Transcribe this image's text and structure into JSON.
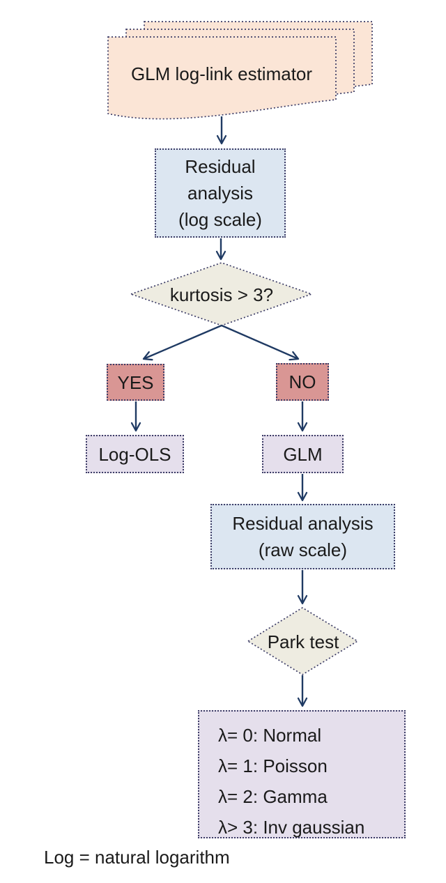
{
  "diagram": {
    "nodes": {
      "estimator": {
        "label": "GLM log-link estimator",
        "shape": "multi-document"
      },
      "residual_log": {
        "label": "Residual\nanalysis\n(log scale)",
        "shape": "process"
      },
      "kurtosis": {
        "label": "kurtosis > 3?",
        "shape": "decision"
      },
      "yes": {
        "label": "YES",
        "shape": "branch"
      },
      "no": {
        "label": "NO",
        "shape": "branch"
      },
      "log_ols": {
        "label": "Log-OLS",
        "shape": "result"
      },
      "glm": {
        "label": "GLM",
        "shape": "result"
      },
      "residual_raw": {
        "label": "Residual analysis\n(raw scale)",
        "shape": "process"
      },
      "park": {
        "label": "Park test",
        "shape": "decision"
      },
      "park_results": {
        "shape": "result",
        "lines": [
          "λ= 0: Normal",
          "λ= 1: Poisson",
          "λ= 2: Gamma",
          "λ> 3: Inv gaussian"
        ]
      }
    },
    "edges": [
      "estimator → residual_log",
      "residual_log → kurtosis",
      "kurtosis → yes",
      "kurtosis → no",
      "yes → log_ols",
      "no → glm",
      "glm → residual_raw",
      "residual_raw → park",
      "park → park_results"
    ],
    "footnote": "Log = natural logarithm",
    "colors": {
      "document_fill": "#fbe5d6",
      "process_fill": "#dce6f1",
      "decision_fill": "#eeece1",
      "branch_fill": "#d99694",
      "result_fill": "#e5dfec",
      "dotted_border": "#3c3c66",
      "arrow": "#1f3a63",
      "text": "#1a1a1a"
    }
  }
}
